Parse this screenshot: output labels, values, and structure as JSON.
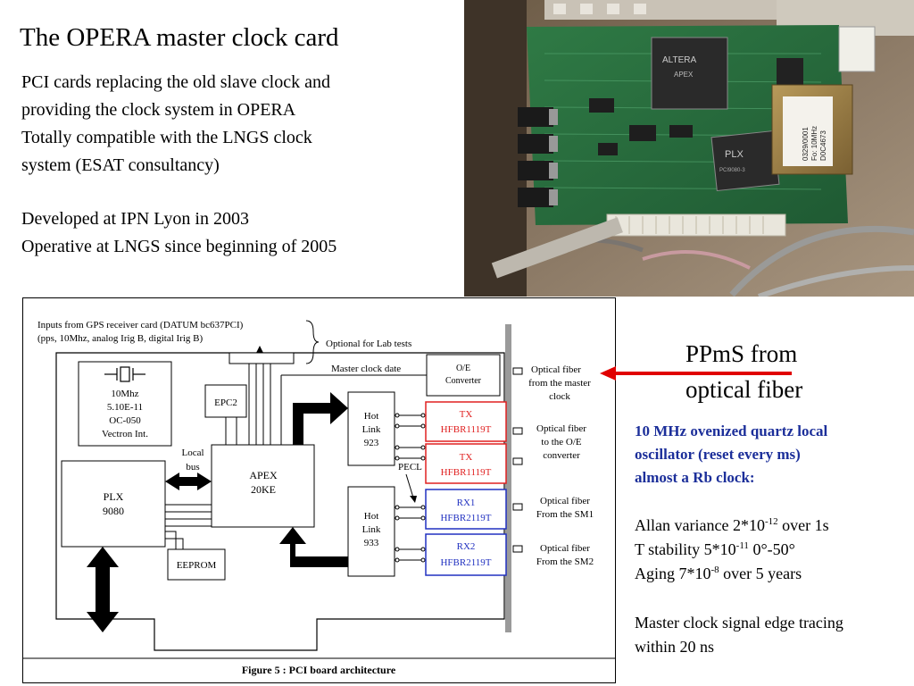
{
  "title": "The OPERA master clock card",
  "intro": {
    "lines": [
      "PCI cards replacing the old slave clock and",
      "providing the clock system in OPERA",
      "Totally compatible with the LNGS clock",
      "system (ESAT consultancy)",
      "Developed at IPN Lyon in 2003",
      "Operative at LNGS since beginning of 2005"
    ]
  },
  "photo": {
    "chip_labels": [
      "ALTERA",
      "APEX",
      "PLX",
      "PCI9080-3",
      "0329/0001",
      "Fo: 10MHz",
      "D0C4673"
    ]
  },
  "ppms": {
    "line1": "PPmS from",
    "line2": "optical fiber"
  },
  "oscillator": {
    "line1": "10 MHz ovenized quartz local",
    "line2": "oscillator (reset every ms)",
    "line3": "almost a Rb clock:"
  },
  "specs": {
    "allan_prefix": "Allan variance 2*10",
    "allan_exp": "-12",
    "allan_suffix": " over 1s",
    "tstab_prefix": "T stability 5*10",
    "tstab_exp": "-11",
    "tstab_suffix": " 0°-50°",
    "aging_prefix": "Aging 7*10",
    "aging_exp": "-8",
    "aging_suffix": " over 5 years",
    "edge_line1": "Master clock signal edge tracing",
    "edge_line2": "within 20 ns"
  },
  "diagram": {
    "inputs_line1": "Inputs from GPS receiver card (DATUM bc637PCI)",
    "inputs_line2": "(pps, 10Mhz, analog Irig B, digital Irig B)",
    "optional": "Optional for Lab tests",
    "master_clock_date": "Master clock date",
    "oe_line1": "O/E",
    "oe_line2": "Converter",
    "osc_line1": "10Mhz",
    "osc_line2": "5.10E-11",
    "osc_line3": "OC-050",
    "osc_line4": "Vectron Int.",
    "epc2": "EPC2",
    "local_bus_line1": "Local",
    "local_bus_line2": "bus",
    "apex_line1": "APEX",
    "apex_line2": "20KE",
    "plx_line1": "PLX",
    "plx_line2": "9080",
    "eeprom": "EEPROM",
    "hot923_line1": "Hot",
    "hot923_line2": "Link",
    "hot923_line3": "923",
    "hot933_line1": "Hot",
    "hot933_line2": "Link",
    "hot933_line3": "933",
    "pecl": "PECL",
    "tx1_line1": "TX",
    "tx1_line2": "HFBR1119T",
    "tx2_line1": "TX",
    "tx2_line2": "HFBR1119T",
    "rx1_line1": "RX1",
    "rx1_line2": "HFBR2119T",
    "rx2_line1": "RX2",
    "rx2_line2": "HFBR2119T",
    "of_master_1": "Optical fiber",
    "of_master_2": "from the master",
    "of_master_3": "clock",
    "of_oe_1": "Optical fiber",
    "of_oe_2": "to the O/E",
    "of_oe_3": "converter",
    "of_sm1_1": "Optical fiber",
    "of_sm1_2": "From the SM1",
    "of_sm2_1": "Optical fiber",
    "of_sm2_2": "From the SM2",
    "caption": "Figure 5 : PCI board architecture"
  },
  "colors": {
    "red": "#e00000",
    "blue": "#1c2f9a",
    "tx_red": "#e02020",
    "rx_blue": "#2030c0"
  }
}
